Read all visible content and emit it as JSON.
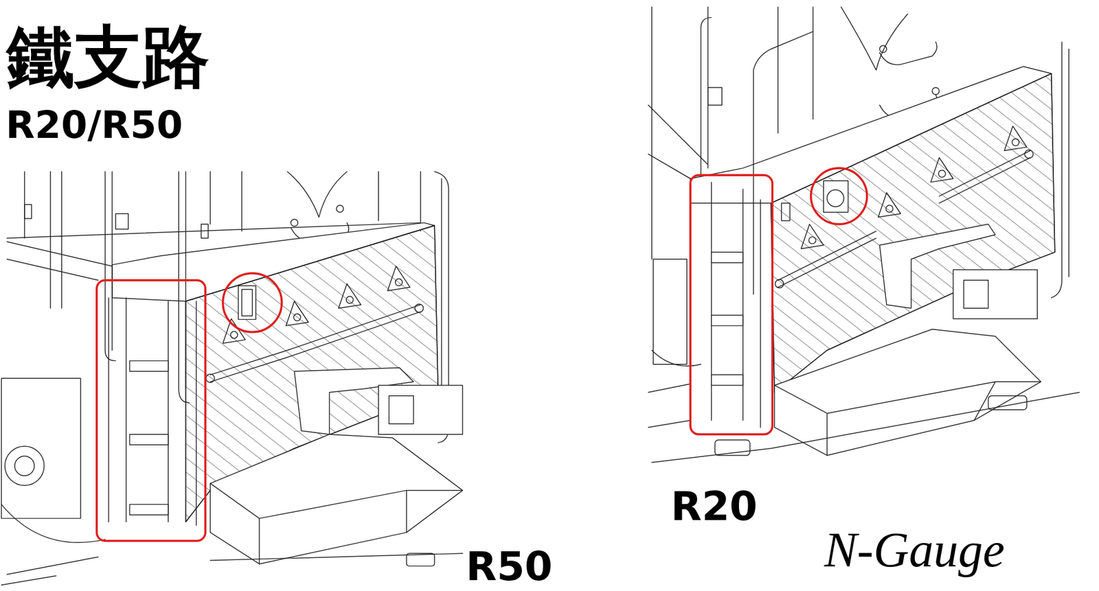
{
  "diagram": {
    "labels": [
      "鐵支路",
      "R20/R50",
      "R50",
      "R20",
      "N-Gauge"
    ]
  }
}
